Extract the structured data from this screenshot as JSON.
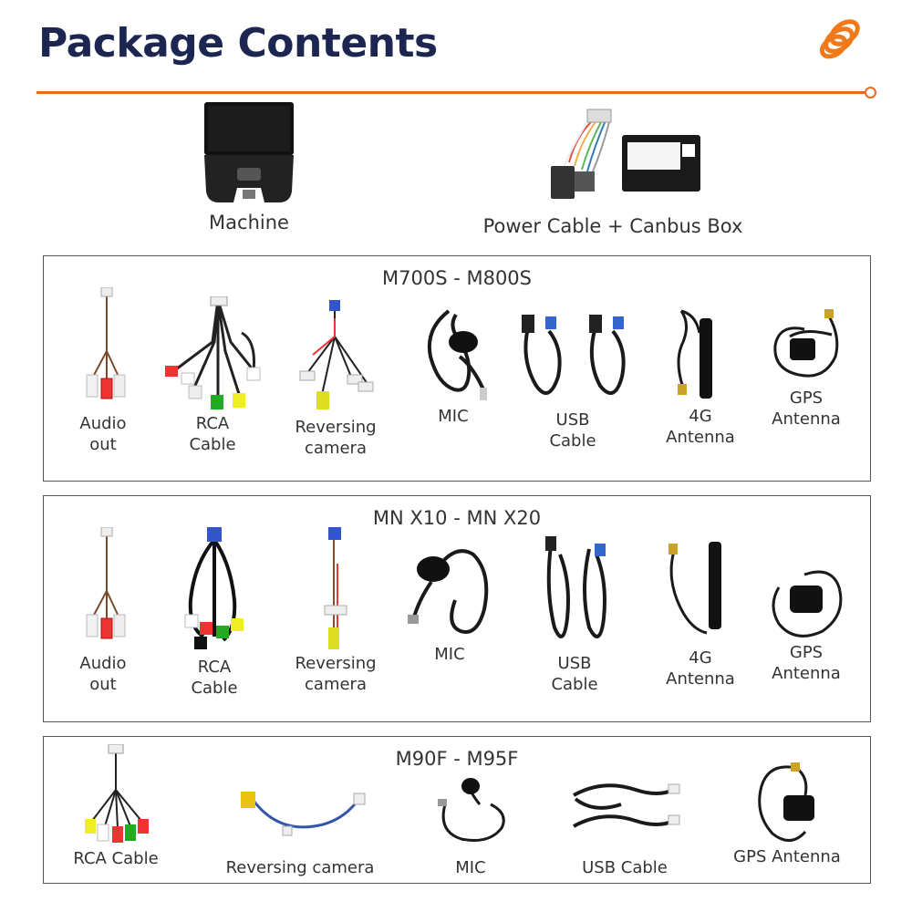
{
  "header": {
    "title": "Package Contents",
    "logo_icon": "orange-spiral-logo-icon"
  },
  "top_items": [
    {
      "label": "Machine",
      "icon": "car-stereo-icon"
    },
    {
      "label": "Power Cable + Canbus Box",
      "icon": "power-cable-canbus-icon"
    }
  ],
  "sections": [
    {
      "title": "M700S - M800S",
      "items": [
        {
          "line1": "Audio",
          "line2": "out"
        },
        {
          "line1": "RCA",
          "line2": "Cable"
        },
        {
          "line1": "Reversing",
          "line2": "camera"
        },
        {
          "line1": "MIC",
          "line2": ""
        },
        {
          "line1": "USB",
          "line2": "Cable"
        },
        {
          "line1": "4G",
          "line2": "Antenna"
        },
        {
          "line1": "GPS",
          "line2": "Antenna"
        }
      ]
    },
    {
      "title": "MN X10 - MN X20",
      "items": [
        {
          "line1": "Audio",
          "line2": "out"
        },
        {
          "line1": "RCA",
          "line2": "Cable"
        },
        {
          "line1": "Reversing",
          "line2": "camera"
        },
        {
          "line1": "MIC",
          "line2": ""
        },
        {
          "line1": "USB",
          "line2": "Cable"
        },
        {
          "line1": "4G",
          "line2": "Antenna"
        },
        {
          "line1": "GPS",
          "line2": "Antenna"
        }
      ]
    },
    {
      "title": "M90F - M95F",
      "items": [
        {
          "line1": "RCA Cable"
        },
        {
          "line1": "Reversing camera"
        },
        {
          "line1": "MIC"
        },
        {
          "line1": "USB Cable"
        },
        {
          "line1": "GPS Antenna"
        }
      ]
    }
  ],
  "colors": {
    "title": "#1c2650",
    "accent": "#f06a1e",
    "border": "#555555"
  }
}
